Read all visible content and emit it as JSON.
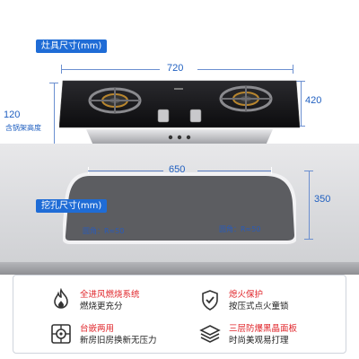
{
  "stove_section": {
    "label": "灶具尺寸(mm)",
    "width_value": "720",
    "depth_value": "420",
    "height_value": "120",
    "height_caption": "含锅架高度"
  },
  "cutout_section": {
    "label": "挖孔尺寸(mm)",
    "width_value": "650",
    "depth_value": "350",
    "corner_left": "圆角：R≈50",
    "corner_right": "圆角：R≈50"
  },
  "features": [
    {
      "icon": "flame-icon",
      "title": "全进风燃烧系统",
      "desc": "燃烧更充分"
    },
    {
      "icon": "shield-check-icon",
      "title": "熄火保护",
      "desc": "按压式点火童锁"
    },
    {
      "icon": "burner-icon",
      "title": "台嵌两用",
      "desc": "新房旧房换新无压力"
    },
    {
      "icon": "layers-icon",
      "title": "三层防爆黑晶面板",
      "desc": "时尚美观易打理"
    }
  ],
  "colors": {
    "accent": "#1f6cd6",
    "feature_title": "#e0262b",
    "panel": "#1a1a1c"
  }
}
